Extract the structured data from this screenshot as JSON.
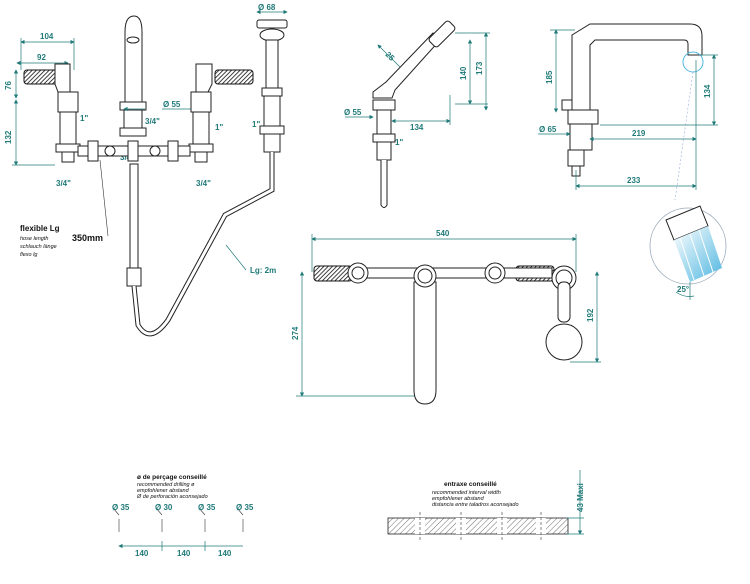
{
  "colors": {
    "dimension": "#1f7a78",
    "outline": "#222222",
    "water": "#4fb6e0"
  },
  "icons": {
    "eye_marker": "view-detail-circle-icon",
    "water_spray": "spray-angle-icon"
  },
  "front_view": {
    "dims": {
      "d104": "104",
      "d92": "92",
      "d76": "76",
      "d132": "132",
      "d55": "Ø 55",
      "d68": "Ø 68",
      "thread_left_top": "1\"",
      "thread_center": "3/4\"",
      "thread_right_top": "1\"",
      "thread_hand": "1\"",
      "thread_left_bottom": "3/4\"",
      "thread_right_bottom": "3/4\""
    },
    "hose": {
      "title": "flexible Lg",
      "line1": "hose length",
      "line2": "schlauch länge",
      "line3": "flexo lg",
      "value": "350mm",
      "lg": "Lg: 2m"
    }
  },
  "side_view": {
    "dims": {
      "d25": "25",
      "d140": "140",
      "d173": "173",
      "d55": "Ø 55",
      "d134": "134",
      "thread": "1\""
    }
  },
  "spout_view": {
    "dims": {
      "d185": "185",
      "d134": "134",
      "d65": "Ø 65",
      "d219": "219",
      "d233": "233",
      "angle": "25°"
    }
  },
  "top_view": {
    "dims": {
      "d540": "540",
      "d274": "274",
      "d192": "192"
    }
  },
  "drilling": {
    "title": "ø de perçage conseillé",
    "line1": "recommended drilling ø",
    "line2": "empfohlener abstand",
    "line3": "Ø de perforación aconsejado",
    "holes": [
      "Ø 35",
      "Ø 30",
      "Ø 35",
      "Ø 35"
    ],
    "spacing": [
      "140",
      "140",
      "140"
    ]
  },
  "entraxe": {
    "title": "entraxe conseillé",
    "line1": "recommended interval width",
    "line2": "empfohlener abstand",
    "line3": "distancia entre taladros aconsejado",
    "max": "43 Maxi"
  }
}
